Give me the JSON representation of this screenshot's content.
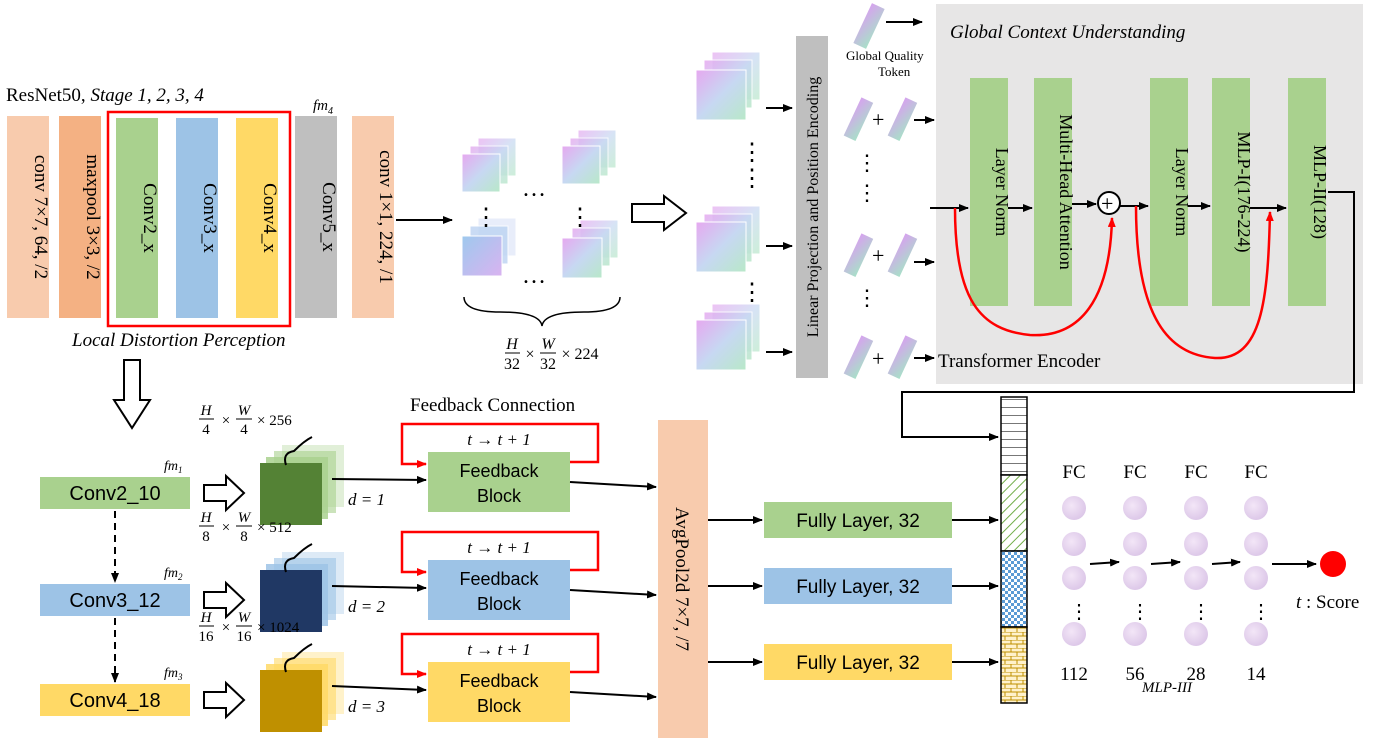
{
  "backbone": {
    "title_prefix": "ResNet50, ",
    "title_italic": "Stage 1, 2, 3, 4",
    "blocks": [
      "conv 7×7, 64, /2",
      "maxpool 3×3, /2",
      "Conv2_x",
      "Conv3_x",
      "Conv4_x",
      "Conv5_x",
      "conv 1×1, 224, /1"
    ],
    "fm4": "fm",
    "fm4_sub": "4",
    "local_caption": "Local Distortion Perception",
    "feature_size": "H/32 × W/32 × 224"
  },
  "transformer": {
    "title": "Global Context Understanding",
    "projection_label": "Linear Projection and Position Encoding",
    "token_label_1": "Global Quality",
    "token_label_2": "Token",
    "blocks": [
      "Layer Norm",
      "Multi-Head Attention",
      "Layer Norm",
      "MLP-I(176-224)",
      "MLP-II(128)"
    ],
    "encoder_label": "Transformer Encoder",
    "plus": "+",
    "oplus": "+"
  },
  "feedback": {
    "title": "Feedback Connection",
    "stages": [
      {
        "name": "Conv2_10",
        "fm": "fm",
        "fm_sub": "1",
        "size_num1": "H",
        "size_den1": "4",
        "size_num2": "W",
        "size_den2": "4",
        "size_ch": "× 256",
        "d": "d = 1",
        "time": "t → t + 1",
        "block": "Feedback",
        "block2": "Block",
        "fc": "Fully Layer, 32",
        "color": "#a9d18e",
        "cube": "#548235"
      },
      {
        "name": "Conv3_12",
        "fm": "fm",
        "fm_sub": "2",
        "size_num1": "H",
        "size_den1": "8",
        "size_num2": "W",
        "size_den2": "8",
        "size_ch": "× 512",
        "d": "d = 2",
        "time": "t → t + 1",
        "block": "Feedback",
        "block2": "Block",
        "fc": "Fully Layer, 32",
        "color": "#9dc3e6",
        "cube": "#203864"
      },
      {
        "name": "Conv4_18",
        "fm": "fm",
        "fm_sub": "3",
        "size_num1": "H",
        "size_den1": "16",
        "size_num2": "W",
        "size_den2": "16",
        "size_ch": "× 1024",
        "d": "d = 3",
        "time": "t → t + 1",
        "block": "Feedback",
        "block2": "Block",
        "fc": "Fully Layer, 32",
        "color": "#ffd966",
        "cube": "#bf9000"
      }
    ],
    "avgpool": "AvgPool2d 7×7, /7"
  },
  "mlp3": {
    "layers": [
      {
        "top": "FC",
        "bottom": "112"
      },
      {
        "top": "FC",
        "bottom": "56"
      },
      {
        "top": "FC",
        "bottom": "28"
      },
      {
        "top": "FC",
        "bottom": "14"
      }
    ],
    "caption": "MLP-III",
    "score": "t : Score",
    "score_color": "#ff0000"
  },
  "colors": {
    "conv_orange": "#f8cbad",
    "maxpool_orange": "#f4b183",
    "green": "#a9d18e",
    "blue": "#9dc3e6",
    "yellow": "#ffd966",
    "gray": "#bfbfbf",
    "panel_gray": "#e7e6e6",
    "red": "#ff0000"
  }
}
